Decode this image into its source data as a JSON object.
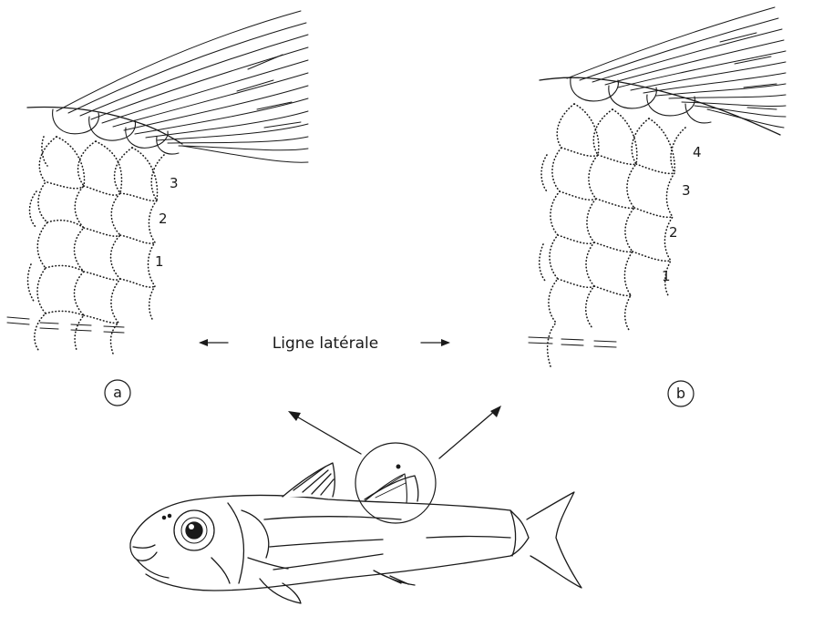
{
  "lateral_line_label": "Ligne latérale",
  "panel_a": {
    "label": "a",
    "row_numbers": [
      "3",
      "2",
      "1"
    ]
  },
  "panel_b": {
    "label": "b",
    "row_numbers": [
      "4",
      "3",
      "2",
      "1"
    ]
  }
}
